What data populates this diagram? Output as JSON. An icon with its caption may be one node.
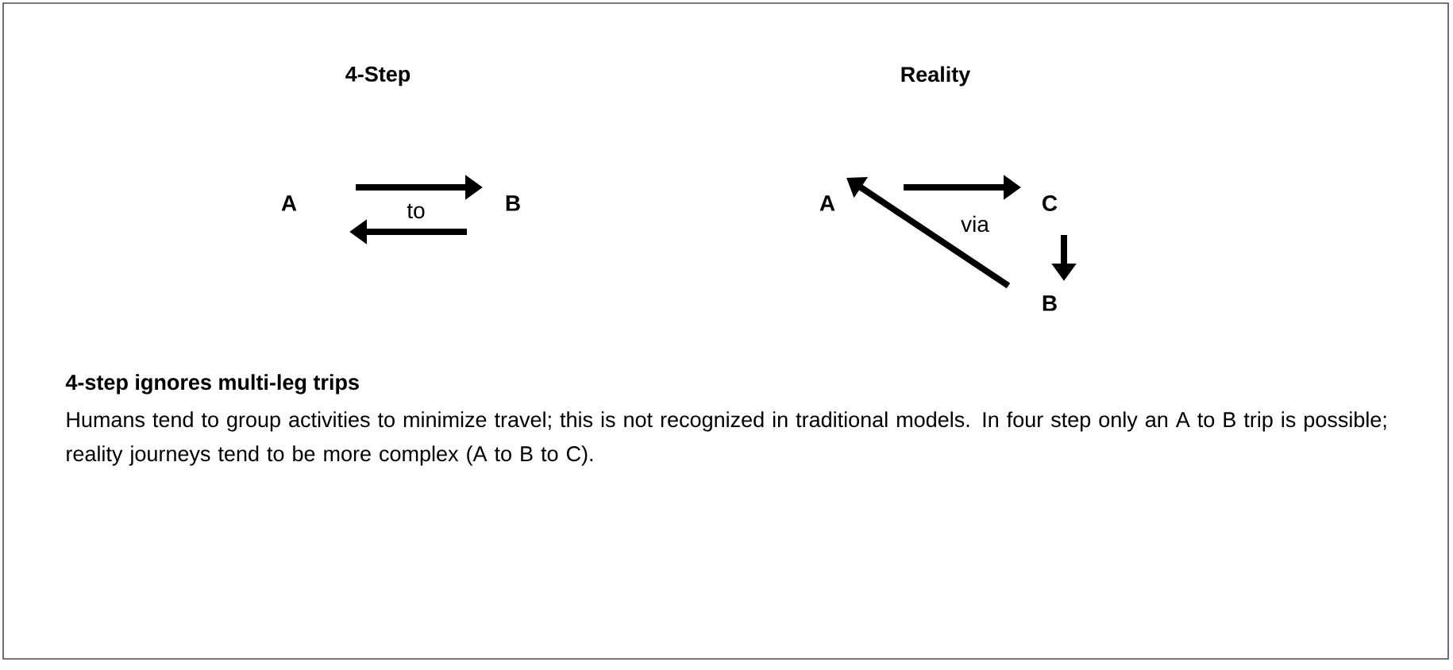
{
  "diagram": {
    "nodes": [
      {
        "text": [
          "A"
        ]
      },
      {
        "text": [
          "B"
        ]
      },
      {
        "text": [
          "A"
        ]
      },
      {
        "text": [
          "C"
        ]
      },
      {
        "text": [
          "B"
        ]
      }
    ],
    "edges": [
      {
        "from": 0,
        "to": 1,
        "arrow": "to",
        "label": "to"
      },
      {
        "from": 1,
        "to": 0,
        "arrow": "to"
      },
      {
        "from": 2,
        "to": 3,
        "arrow": "to"
      },
      {
        "from": 3,
        "to": 4,
        "arrow": "to"
      },
      {
        "from": 4,
        "to": 2,
        "arrow": "to",
        "label": "via"
      }
    ],
    "labels": [
      "4-Step",
      "Reality",
      "4-step ignores multi-leg trips",
      "Humans tend to group activities to minimize travel; this is not recognized in traditional models. In four step only an A to B trip is possible; reality journeys tend to be more complex (A to B to C)."
    ]
  }
}
